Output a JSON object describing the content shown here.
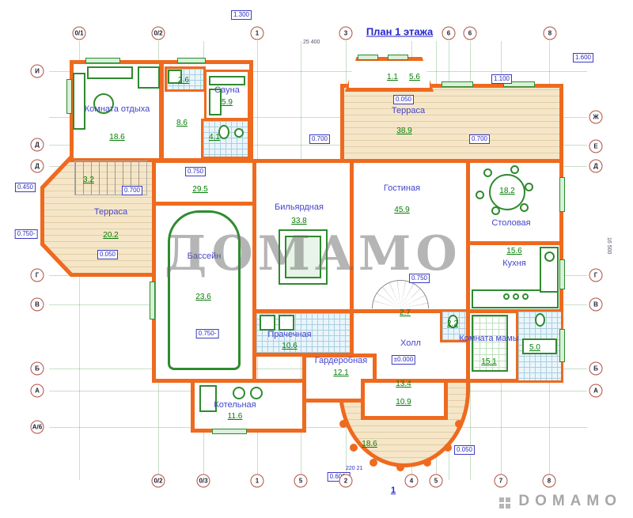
{
  "title": "План 1 этажа",
  "watermark": "ДОМАМО",
  "logo": "DOMAMO",
  "rooms": [
    {
      "name": "Комната отдыха",
      "area": "18.6"
    },
    {
      "name": "Сауна",
      "area": "5.9"
    },
    {
      "name": "",
      "area": "2.6"
    },
    {
      "name": "",
      "area": "8.6"
    },
    {
      "name": "",
      "area": "4.1"
    },
    {
      "name": "Терраса",
      "area": "38.9"
    },
    {
      "name": "",
      "area": "1.1"
    },
    {
      "name": "",
      "area": "5.6"
    },
    {
      "name": "",
      "area": "3.2"
    },
    {
      "name": "",
      "area": "29.5"
    },
    {
      "name": "Терраса",
      "area": "20.2"
    },
    {
      "name": "Бильярдная",
      "area": "33.8"
    },
    {
      "name": "Гостиная",
      "area": "45.9"
    },
    {
      "name": "Столовая",
      "area": "18.2"
    },
    {
      "name": "Кухня",
      "area": "15.6"
    },
    {
      "name": "Бассейн",
      "area": "23.6"
    },
    {
      "name": "Прачечная",
      "area": "10.6"
    },
    {
      "name": "Холл",
      "area": "13.4"
    },
    {
      "name": "",
      "area": "2.7"
    },
    {
      "name": "Гардеробная",
      "area": "12.1"
    },
    {
      "name": "Комната мамы",
      "area": "15.1"
    },
    {
      "name": "",
      "area": "5.0"
    },
    {
      "name": "",
      "area": "2.2"
    },
    {
      "name": "Котельная",
      "area": "11.6"
    },
    {
      "name": "Терраса",
      "area": "18.6"
    },
    {
      "name": "",
      "area": "10.9"
    }
  ],
  "dims": [
    "1.300",
    "1.600",
    "1.100",
    "0.050",
    "0.700",
    "0.700",
    "0.750",
    "0.700",
    "0.450",
    "0.750-",
    "0.050",
    "0.750",
    "0.750-",
    "±0.000",
    "0.050",
    "0.600-"
  ],
  "axes": {
    "top": [
      "0/1",
      "0/2",
      "1",
      "3",
      "6",
      "6",
      "8"
    ],
    "bottom": [
      "0/2",
      "0/3",
      "1",
      "5",
      "2",
      "4",
      "5",
      "7",
      "8"
    ],
    "left": [
      "И",
      "Д",
      "Д",
      "Г",
      "В",
      "Б",
      "А",
      "А/6"
    ],
    "right": [
      "Ж",
      "Е",
      "Д",
      "Г",
      "В",
      "Б",
      "А"
    ]
  },
  "edge": {
    "top_width": "25 400",
    "right_height": "16 500",
    "bottom_note": "220 21",
    "section_mark": "1"
  },
  "colors": {
    "wall": "#ee6a1f",
    "room_label": "#4444cc",
    "area_value": "#067d06",
    "dimension": "#2d2dc0",
    "terrace_fill": "#f5e6c8",
    "tile_fill": "#eaf5fb",
    "furniture": "#2e8b2e"
  }
}
